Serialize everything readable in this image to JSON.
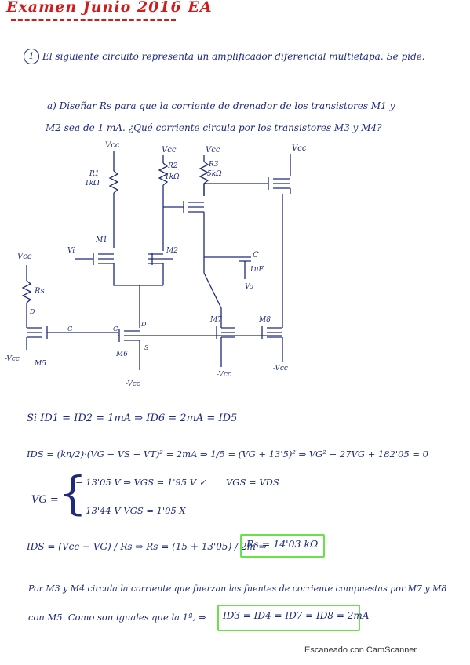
{
  "header": {
    "title": "Examen Junio 2016   EA"
  },
  "question": {
    "number": "1",
    "intro": "El siguiente circuito representa un amplificador diferencial multietapa. Se pide:",
    "part_a_line1": "a) Diseñar Rs para que la corriente de drenador de los transistores M1 y",
    "part_a_line2": "M2 sea de 1 mA. ¿Qué corriente circula por los transistores M3 y M4?"
  },
  "circuit": {
    "labels": {
      "vcc": "Vcc",
      "r1": "R1",
      "r1_val": "1kΩ",
      "r2": "R2",
      "r2_val": "1kΩ",
      "r3": "R3",
      "r3_val": "5kΩ",
      "m1": "M1",
      "m2": "M2",
      "m5": "M5",
      "m6": "M6",
      "m7": "M7",
      "m8": "M8",
      "c": "C",
      "c_val": "1uF",
      "vo": "Vo",
      "rs": "Rs",
      "vin": "Vi",
      "neg_vcc": "-Vcc",
      "g": "G",
      "d": "D",
      "s": "S",
      "d2": "D"
    }
  },
  "solution": {
    "line1": "Si  ID1 = ID2 = 1mA  ⇒  ID6 = 2mA = ID5",
    "line2a": "IDS = (kn/2)·(VG − VS − VT)² = 2mA  ⇒  1/5 = (VG + 13'5)²  ⇒  VG² + 27VG + 182'05 = 0",
    "vg_label": "VG =",
    "root1": "− 13'05 V  ⇒  VGS = 1'95 V ✓",
    "root1_note": "VGS = VDS",
    "root2": "− 13'44 V     VGS = 1'05 X",
    "line4": "IDS = (Vcc − VG) / Rs  ⇒  Rs = (15 + 13'05) / 2m  ⇒",
    "result_rs": "Rs = 14'03 kΩ",
    "line5": "Por M3 y M4 circula la corriente que fuerzan las fuentes de corriente compuestas por M7 y M8",
    "line6": "con M5. Como son iguales que la 1ª, ⇒",
    "result_i": "ID3 = ID4 = ID7 = ID8 = 2mA"
  },
  "footer": {
    "scanner": "Escaneado con CamScanner"
  }
}
